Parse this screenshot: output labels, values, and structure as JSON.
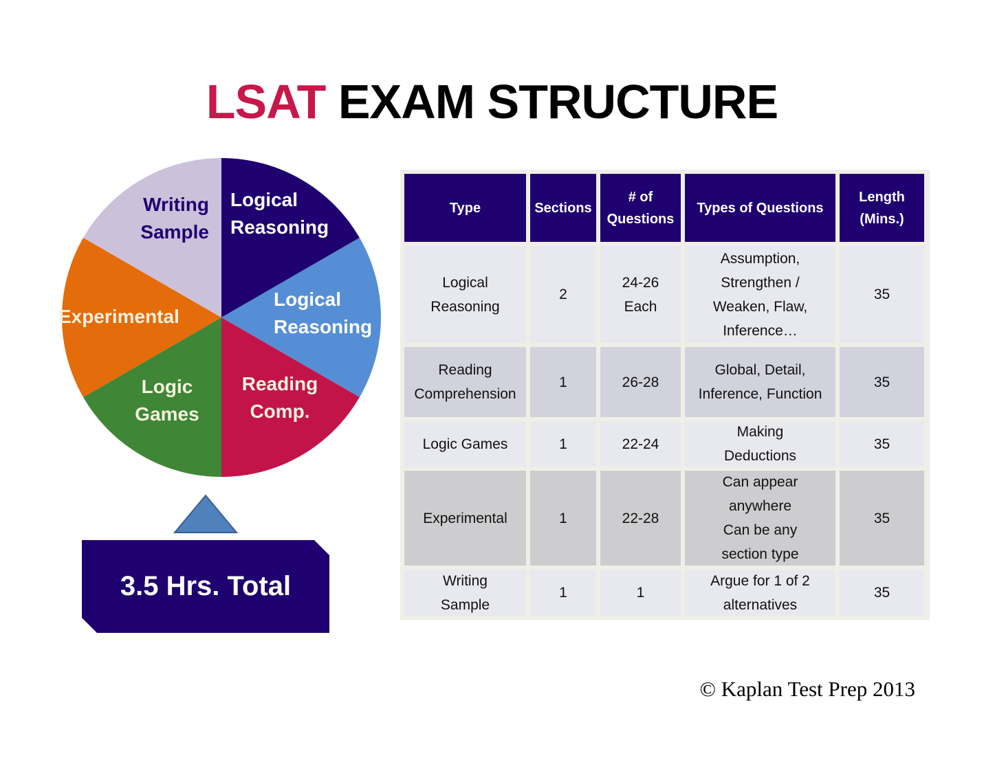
{
  "title": {
    "highlight": "LSAT",
    "rest": "EXAM STRUCTURE"
  },
  "colors": {
    "accent_red": "#c8174a",
    "navy": "#1f0070"
  },
  "pie": {
    "slices": [
      {
        "label_lines": [
          "Logical",
          "Reasoning"
        ],
        "color": "#1f0070",
        "text_color": "#ffffff"
      },
      {
        "label_lines": [
          "Logical",
          "Reasoning"
        ],
        "color": "#558ed5",
        "text_color": "#ffffff"
      },
      {
        "label_lines": [
          "Reading",
          "Comp."
        ],
        "color": "#c3144a",
        "text_color": "#f2f2dc"
      },
      {
        "label_lines": [
          "Logic",
          "Games"
        ],
        "color": "#3f8636",
        "text_color": "#f2f2dc"
      },
      {
        "label_lines": [
          "Experimental"
        ],
        "color": "#e46c0a",
        "text_color": "#f5f0dc"
      },
      {
        "label_lines": [
          "Writing",
          "Sample"
        ],
        "color": "#ccc1da",
        "text_color": "#1f0070"
      }
    ]
  },
  "total": {
    "label": "3.5 Hrs. Total"
  },
  "table": {
    "headers": [
      "Type",
      "Sections",
      "# of\nQuestions",
      "Types of Questions",
      "Length\n(Mins.)"
    ],
    "rows": [
      [
        "Logical\nReasoning",
        "2",
        "24-26\nEach",
        "Assumption,\nStrengthen /\nWeaken, Flaw,\nInference…",
        "35"
      ],
      [
        "Reading\nComprehension",
        "1",
        "26-28",
        "Global, Detail,\nInference, Function",
        "35"
      ],
      [
        "Logic Games",
        "1",
        "22-24",
        "Making\nDeductions",
        "35"
      ],
      [
        "Experimental",
        "1",
        "22-28",
        "Can appear\nanywhere\nCan be any\nsection type",
        "35"
      ],
      [
        "Writing\nSample",
        "1",
        "1",
        "Argue for 1 of 2\nalternatives",
        "35"
      ]
    ]
  },
  "footer": {
    "copyright": "© Kaplan Test Prep 2013"
  }
}
